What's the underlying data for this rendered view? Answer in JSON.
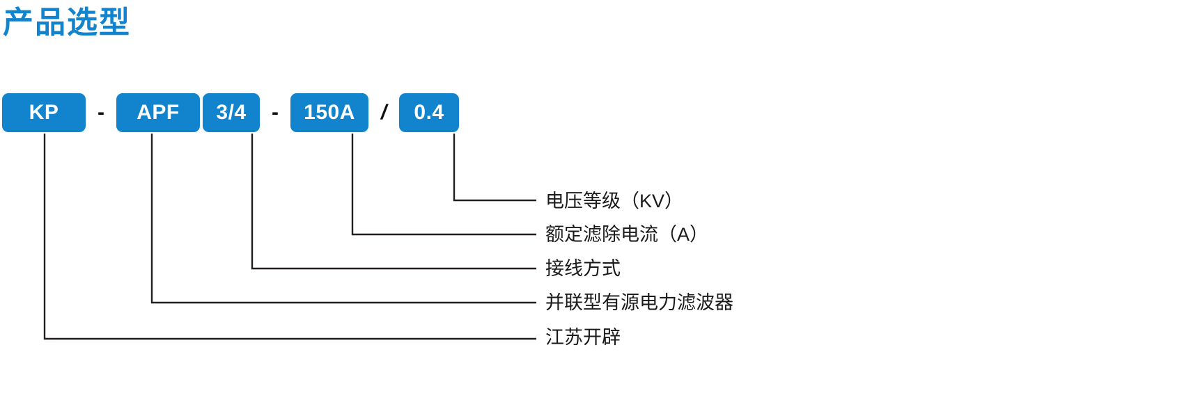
{
  "page": {
    "title": "产品选型",
    "accent_color": "#1184cd",
    "text_color": "#1a1a1a",
    "line_color": "#231f20",
    "background": "#ffffff"
  },
  "model_code": {
    "chips": [
      {
        "id": "brand",
        "value": "KP"
      },
      {
        "id": "series",
        "value": "APF"
      },
      {
        "id": "wiring",
        "value": "3/4"
      },
      {
        "id": "current",
        "value": "150A"
      },
      {
        "id": "voltage",
        "value": "0.4"
      }
    ],
    "separators": {
      "dash_1": "-",
      "dash_2": "-",
      "slash": "/"
    }
  },
  "callouts": [
    {
      "id": "voltage",
      "label": "电压等级（KV）"
    },
    {
      "id": "current",
      "label": "额定滤除电流（A）"
    },
    {
      "id": "wiring",
      "label": "接线方式"
    },
    {
      "id": "series",
      "label": "并联型有源电力滤波器"
    },
    {
      "id": "brand",
      "label": "江苏开辟"
    }
  ]
}
